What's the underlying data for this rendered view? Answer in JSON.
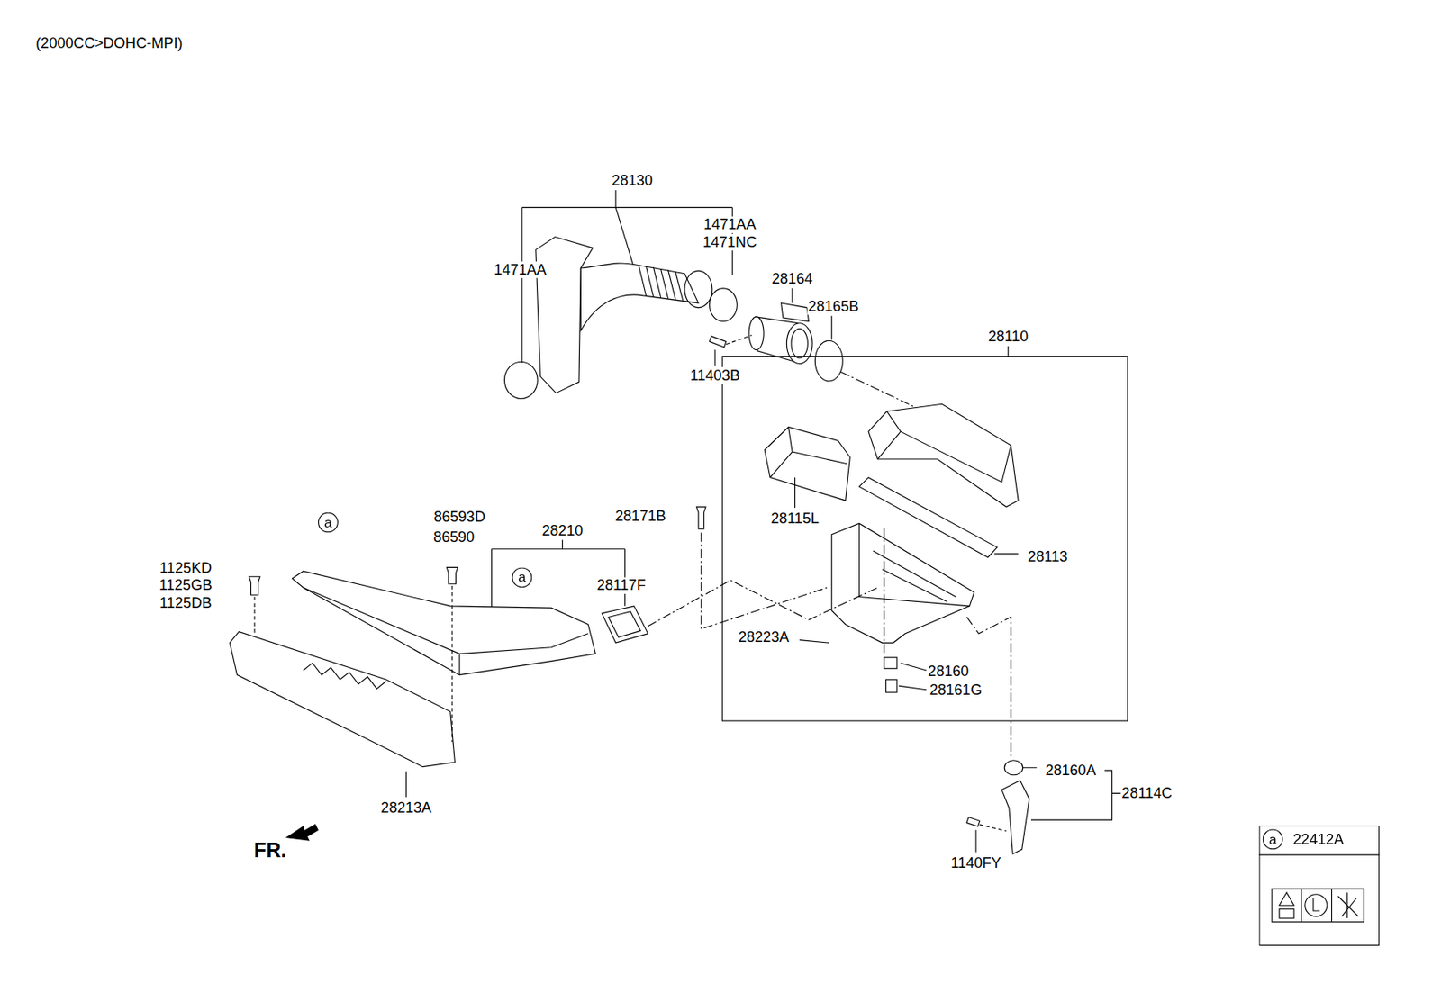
{
  "diagram": {
    "title": "(2000CC>DOHC-MPI)",
    "nodes": [
      {
        "text": [
          "a"
        ]
      },
      {
        "text": [
          "a"
        ]
      },
      {
        "text": [
          "22412A"
        ]
      },
      {
        "text": [
          "a"
        ],
        "in": 2
      }
    ],
    "labels": [
      "28130",
      "1471AA",
      "1471AA",
      "1471NC",
      "28164",
      "28165B",
      "11403B",
      "28110",
      "28171B",
      "28115L",
      "28113",
      "86593D",
      "86590",
      "28210",
      "28117F",
      "1125KD",
      "1125GB",
      "1125DB",
      "28223A",
      "28160",
      "28161G",
      "28213A",
      "28160A",
      "28114C",
      "1140FY",
      "FR."
    ]
  }
}
